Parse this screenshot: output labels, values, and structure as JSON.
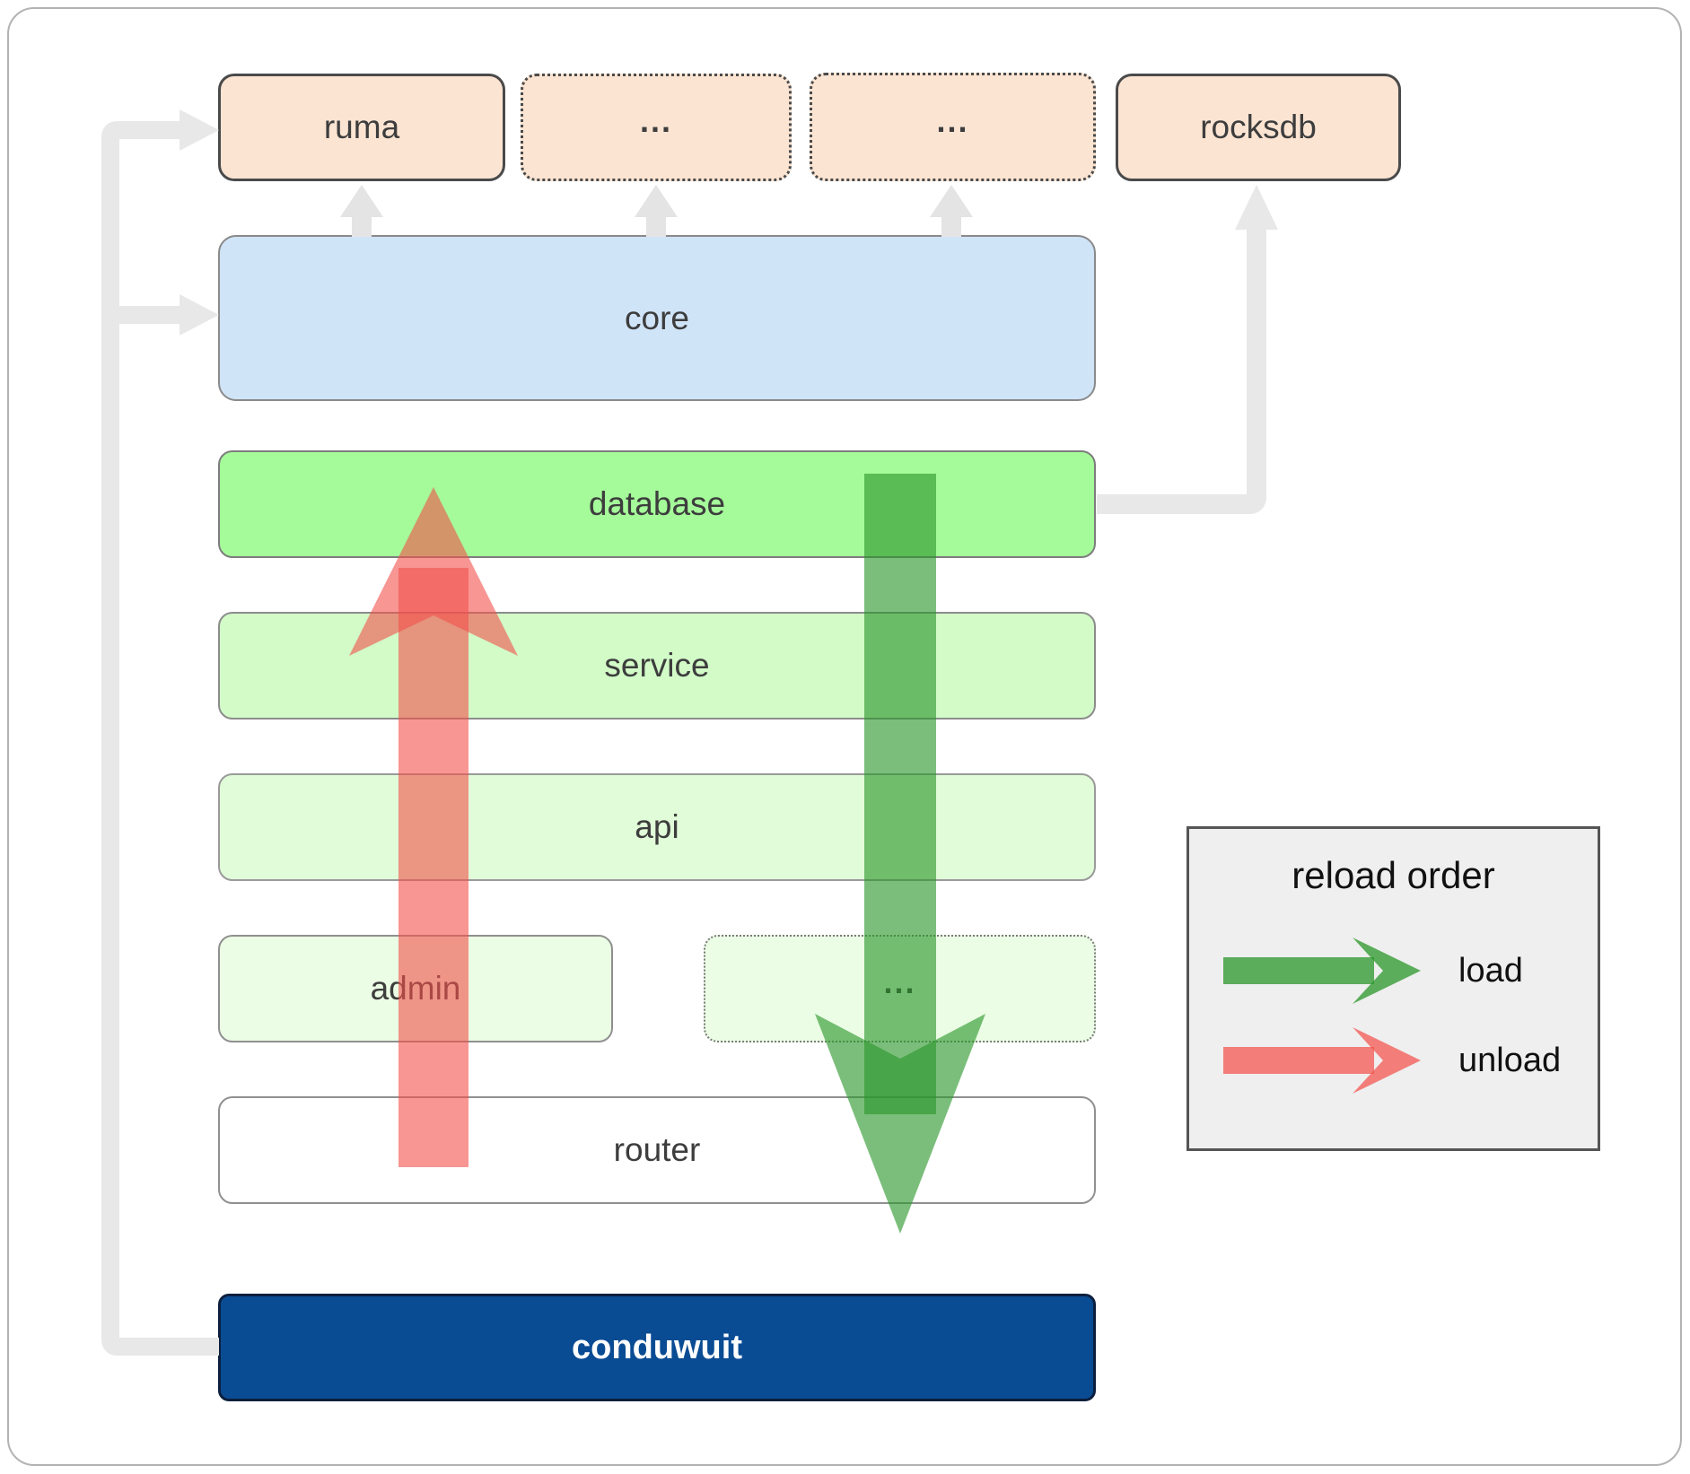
{
  "nodes": {
    "ruma": "ruma",
    "dots_top_1": "...",
    "dots_top_2": "...",
    "rocksdb": "rocksdb",
    "core": "core",
    "database": "database",
    "service": "service",
    "api": "api",
    "admin": "admin",
    "dots_admin": "...",
    "router": "router",
    "conduwuit": "conduwuit"
  },
  "legend": {
    "title": "reload order",
    "load_label": "load",
    "unload_label": "unload"
  },
  "colors": {
    "canvas_bg": "#ffffff",
    "frame_border": "#b3b3b3",
    "peach_box": "#fce4d2",
    "box_border_dark": "#4a4a4a",
    "core_blue": "#d0e4f7",
    "database_green": "#a5fa9a",
    "service_green": "#d2fbc8",
    "api_green": "#e1fcd8",
    "admin_green": "#ebfde4",
    "router_white": "#ffffff",
    "conduwuit_navy": "#0a4c94",
    "connector_gray": "#e8e8e8",
    "arrow_gray": "#e4e4e4",
    "load_green": "#2a962a",
    "unload_red": "#f2504b",
    "label_dark": "#3d3d3d",
    "legend_bg": "#efefef"
  }
}
